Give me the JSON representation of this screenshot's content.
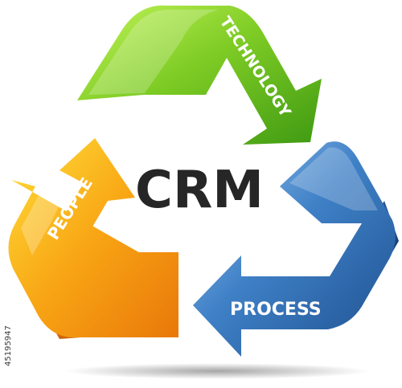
{
  "center_label": "CRM",
  "stages": [
    {
      "label": "TECHNOLOGY",
      "color": "#62b81a",
      "highlight": "#b6ee4a"
    },
    {
      "label": "PROCESS",
      "color": "#2f6fb4",
      "highlight": "#8ec0ee"
    },
    {
      "label": "PEOPLE",
      "color": "#f39a0c",
      "highlight": "#ffd52a"
    }
  ],
  "side_id": "45195947"
}
